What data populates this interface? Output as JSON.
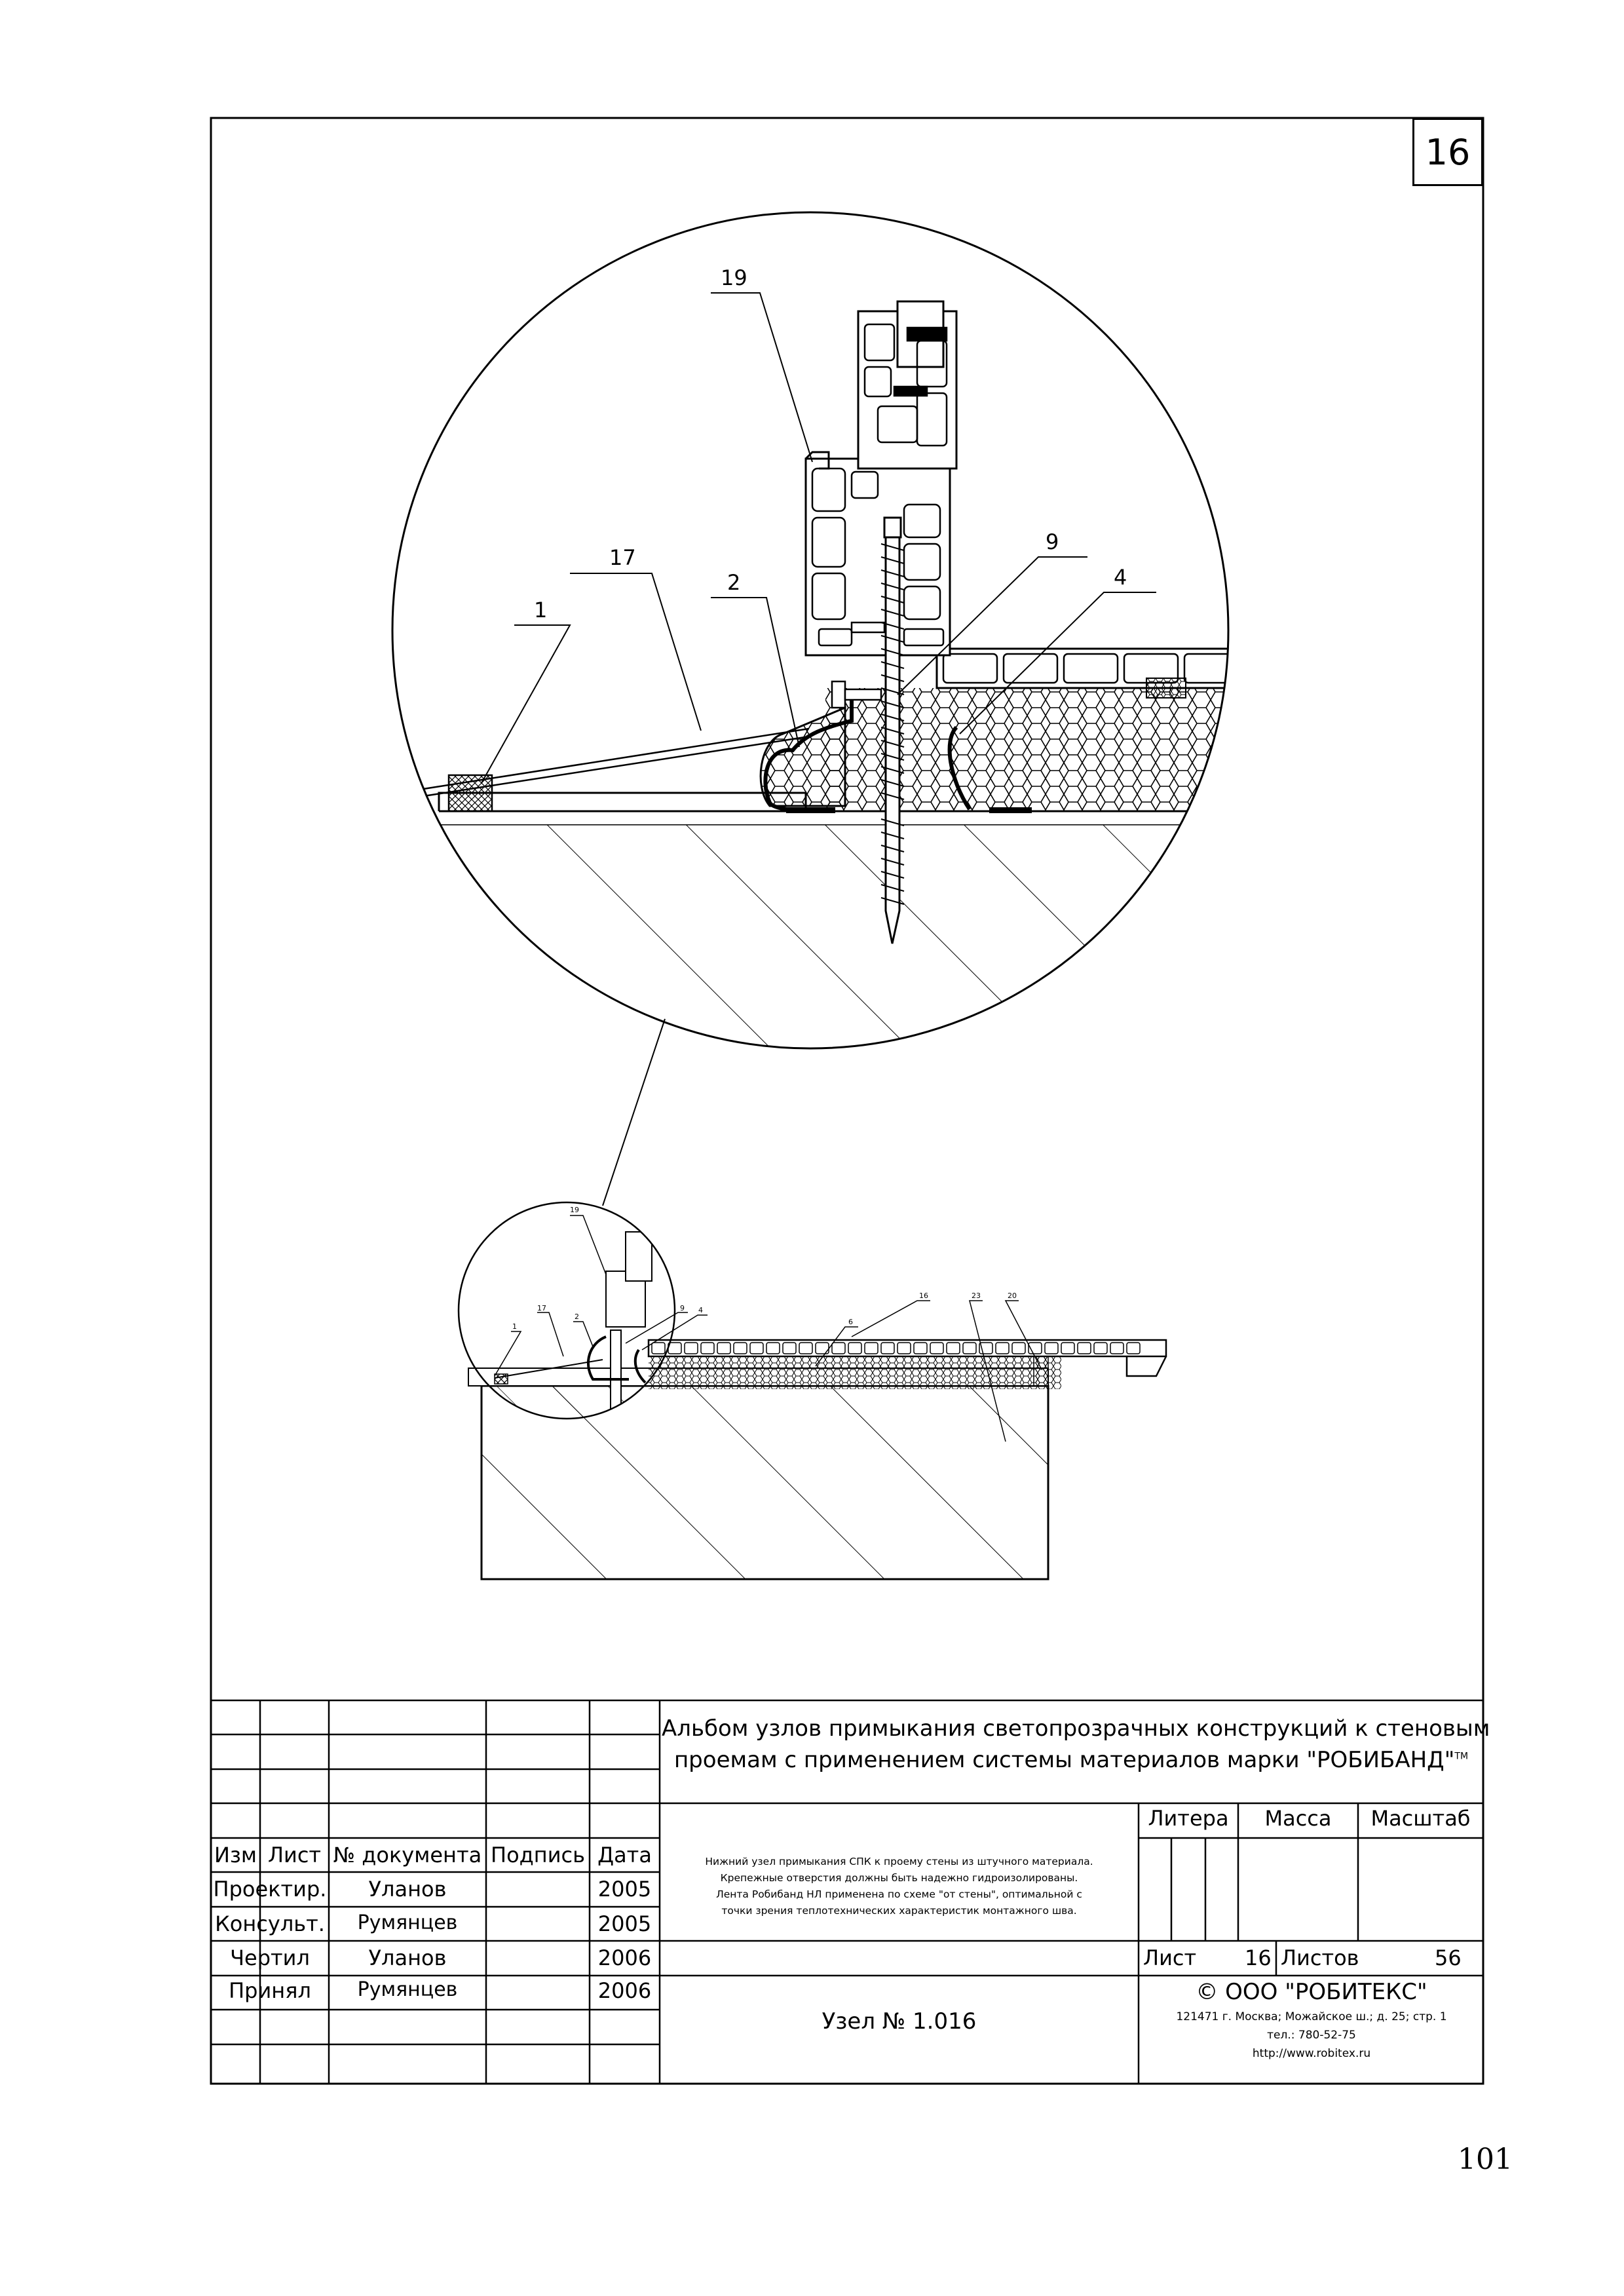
{
  "sheet_number": "16",
  "page_number": "101",
  "callouts_zoom": {
    "c19": "19",
    "c17": "17",
    "c1": "1",
    "c2": "2",
    "c9": "9",
    "c4": "4"
  },
  "callouts_overview": {
    "o19": "19",
    "o17": "17",
    "o1": "1",
    "o2": "2",
    "o9": "9",
    "o4": "4",
    "o6": "6",
    "o16": "16",
    "o23": "23",
    "o20": "20"
  },
  "title_block": {
    "album_title_line1": "Альбом узлов примыкания светопрозрачных конструкций к стеновым",
    "album_title_line2": "проемам с применением системы материалов марки \"РОБИБАНД\"",
    "tm": "TM",
    "headers": {
      "izm": "Изм",
      "list": "Лист",
      "doc": "№ документа",
      "sign": "Подпись",
      "date": "Дата"
    },
    "rows": [
      {
        "role": "Проектир.",
        "name": "Уланов",
        "date": "2005"
      },
      {
        "role": "Консульт.",
        "name": "Румянцев",
        "date": "2005"
      },
      {
        "role": "Чертил",
        "name": "Уланов",
        "date": "2006"
      },
      {
        "role": "Принял",
        "name": "Румянцев",
        "date": "2006"
      }
    ],
    "description_line1": "Нижний узел примыкания СПК к проему стены из штучного материала.",
    "description_line2": "Крепежные отверстия должны быть надежно гидроизолированы.",
    "description_line3": "Лента Робибанд НЛ применена по схеме \"от стены\", оптимальной с",
    "description_line4": "точки зрения теплотехнических характеристик монтажного шва.",
    "litera": "Литера",
    "massa": "Масса",
    "masshtab": "Масштаб",
    "list_label": "Лист",
    "list_value": "16",
    "listov_label": "Листов",
    "listov_value": "56",
    "node": "Узел № 1.016",
    "company": "©  ООО \"РОБИТЕКС\"",
    "address": "121471 г. Москва; Можайское ш.; д. 25; стр. 1",
    "phone": "тел.: 780-52-75",
    "website": "http://www.robitex.ru"
  }
}
